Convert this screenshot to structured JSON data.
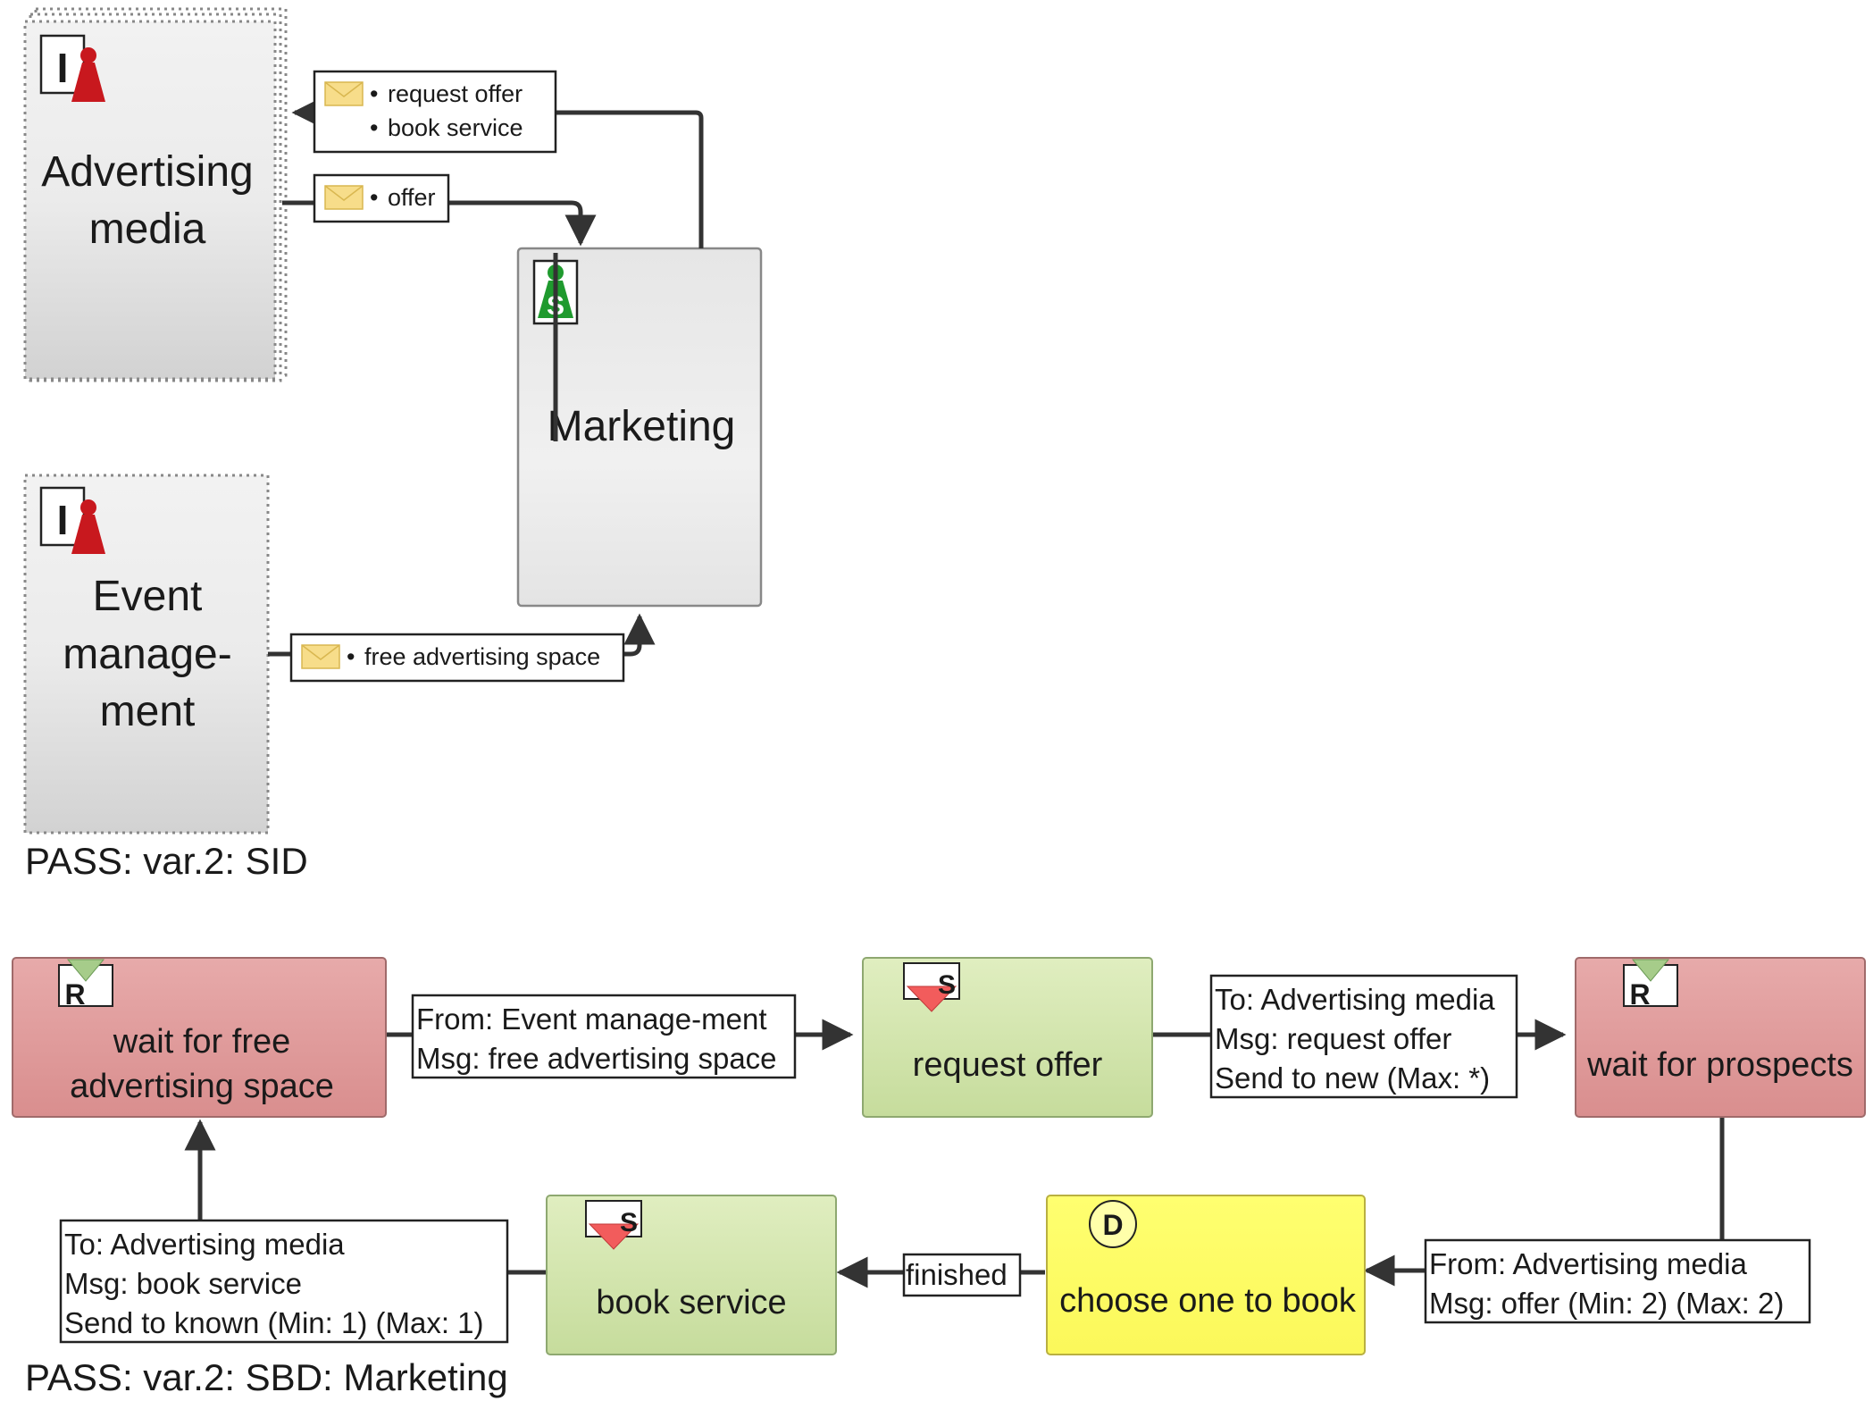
{
  "sid": {
    "subjects": [
      {
        "name": "Advertising media",
        "lines": [
          "Advertising",
          "media"
        ],
        "type_letter": "I"
      },
      {
        "name": "Event management",
        "lines": [
          "Event",
          "manage-",
          "ment"
        ],
        "type_letter": "I"
      },
      {
        "name": "Marketing",
        "lines": [
          "Marketing"
        ],
        "type_letter": "S"
      }
    ],
    "messages": {
      "to_advertising": [
        "request offer",
        "book service"
      ],
      "from_advertising": [
        "offer"
      ],
      "from_event": [
        "free advertising space"
      ]
    },
    "bullet": "•",
    "caption": "PASS: var.2: SID"
  },
  "sbd": {
    "caption": "PASS: var.2: SBD: Marketing",
    "states": {
      "wait_free": {
        "lines": [
          "wait for free",
          "advertising space"
        ],
        "badge": "R",
        "kind": "receive",
        "color": "#e2a0a0"
      },
      "request_offer": {
        "lines": [
          "request offer"
        ],
        "badge": "S",
        "kind": "send",
        "color": "#d4e6b0"
      },
      "wait_prospects": {
        "lines": [
          "wait for prospects"
        ],
        "badge": "R",
        "kind": "receive",
        "color": "#e2a0a0"
      },
      "choose": {
        "lines": [
          "choose one to book"
        ],
        "badge": "D",
        "kind": "do",
        "color": "#ffff66"
      },
      "book_service": {
        "lines": [
          "book service"
        ],
        "badge": "S",
        "kind": "send",
        "color": "#d4e6b0"
      }
    },
    "transitions": {
      "t1": [
        "From: Event manage-ment",
        "Msg: free advertising space"
      ],
      "t2": [
        "To: Advertising media",
        "Msg: request offer",
        "Send to new (Max: *)"
      ],
      "t3": [
        "From: Advertising media",
        "Msg: offer (Min: 2) (Max: 2)"
      ],
      "t4": [
        "finished"
      ],
      "t5": [
        "To: Advertising media",
        "Msg: book service",
        "Send to known (Min: 1) (Max: 1)"
      ]
    }
  }
}
